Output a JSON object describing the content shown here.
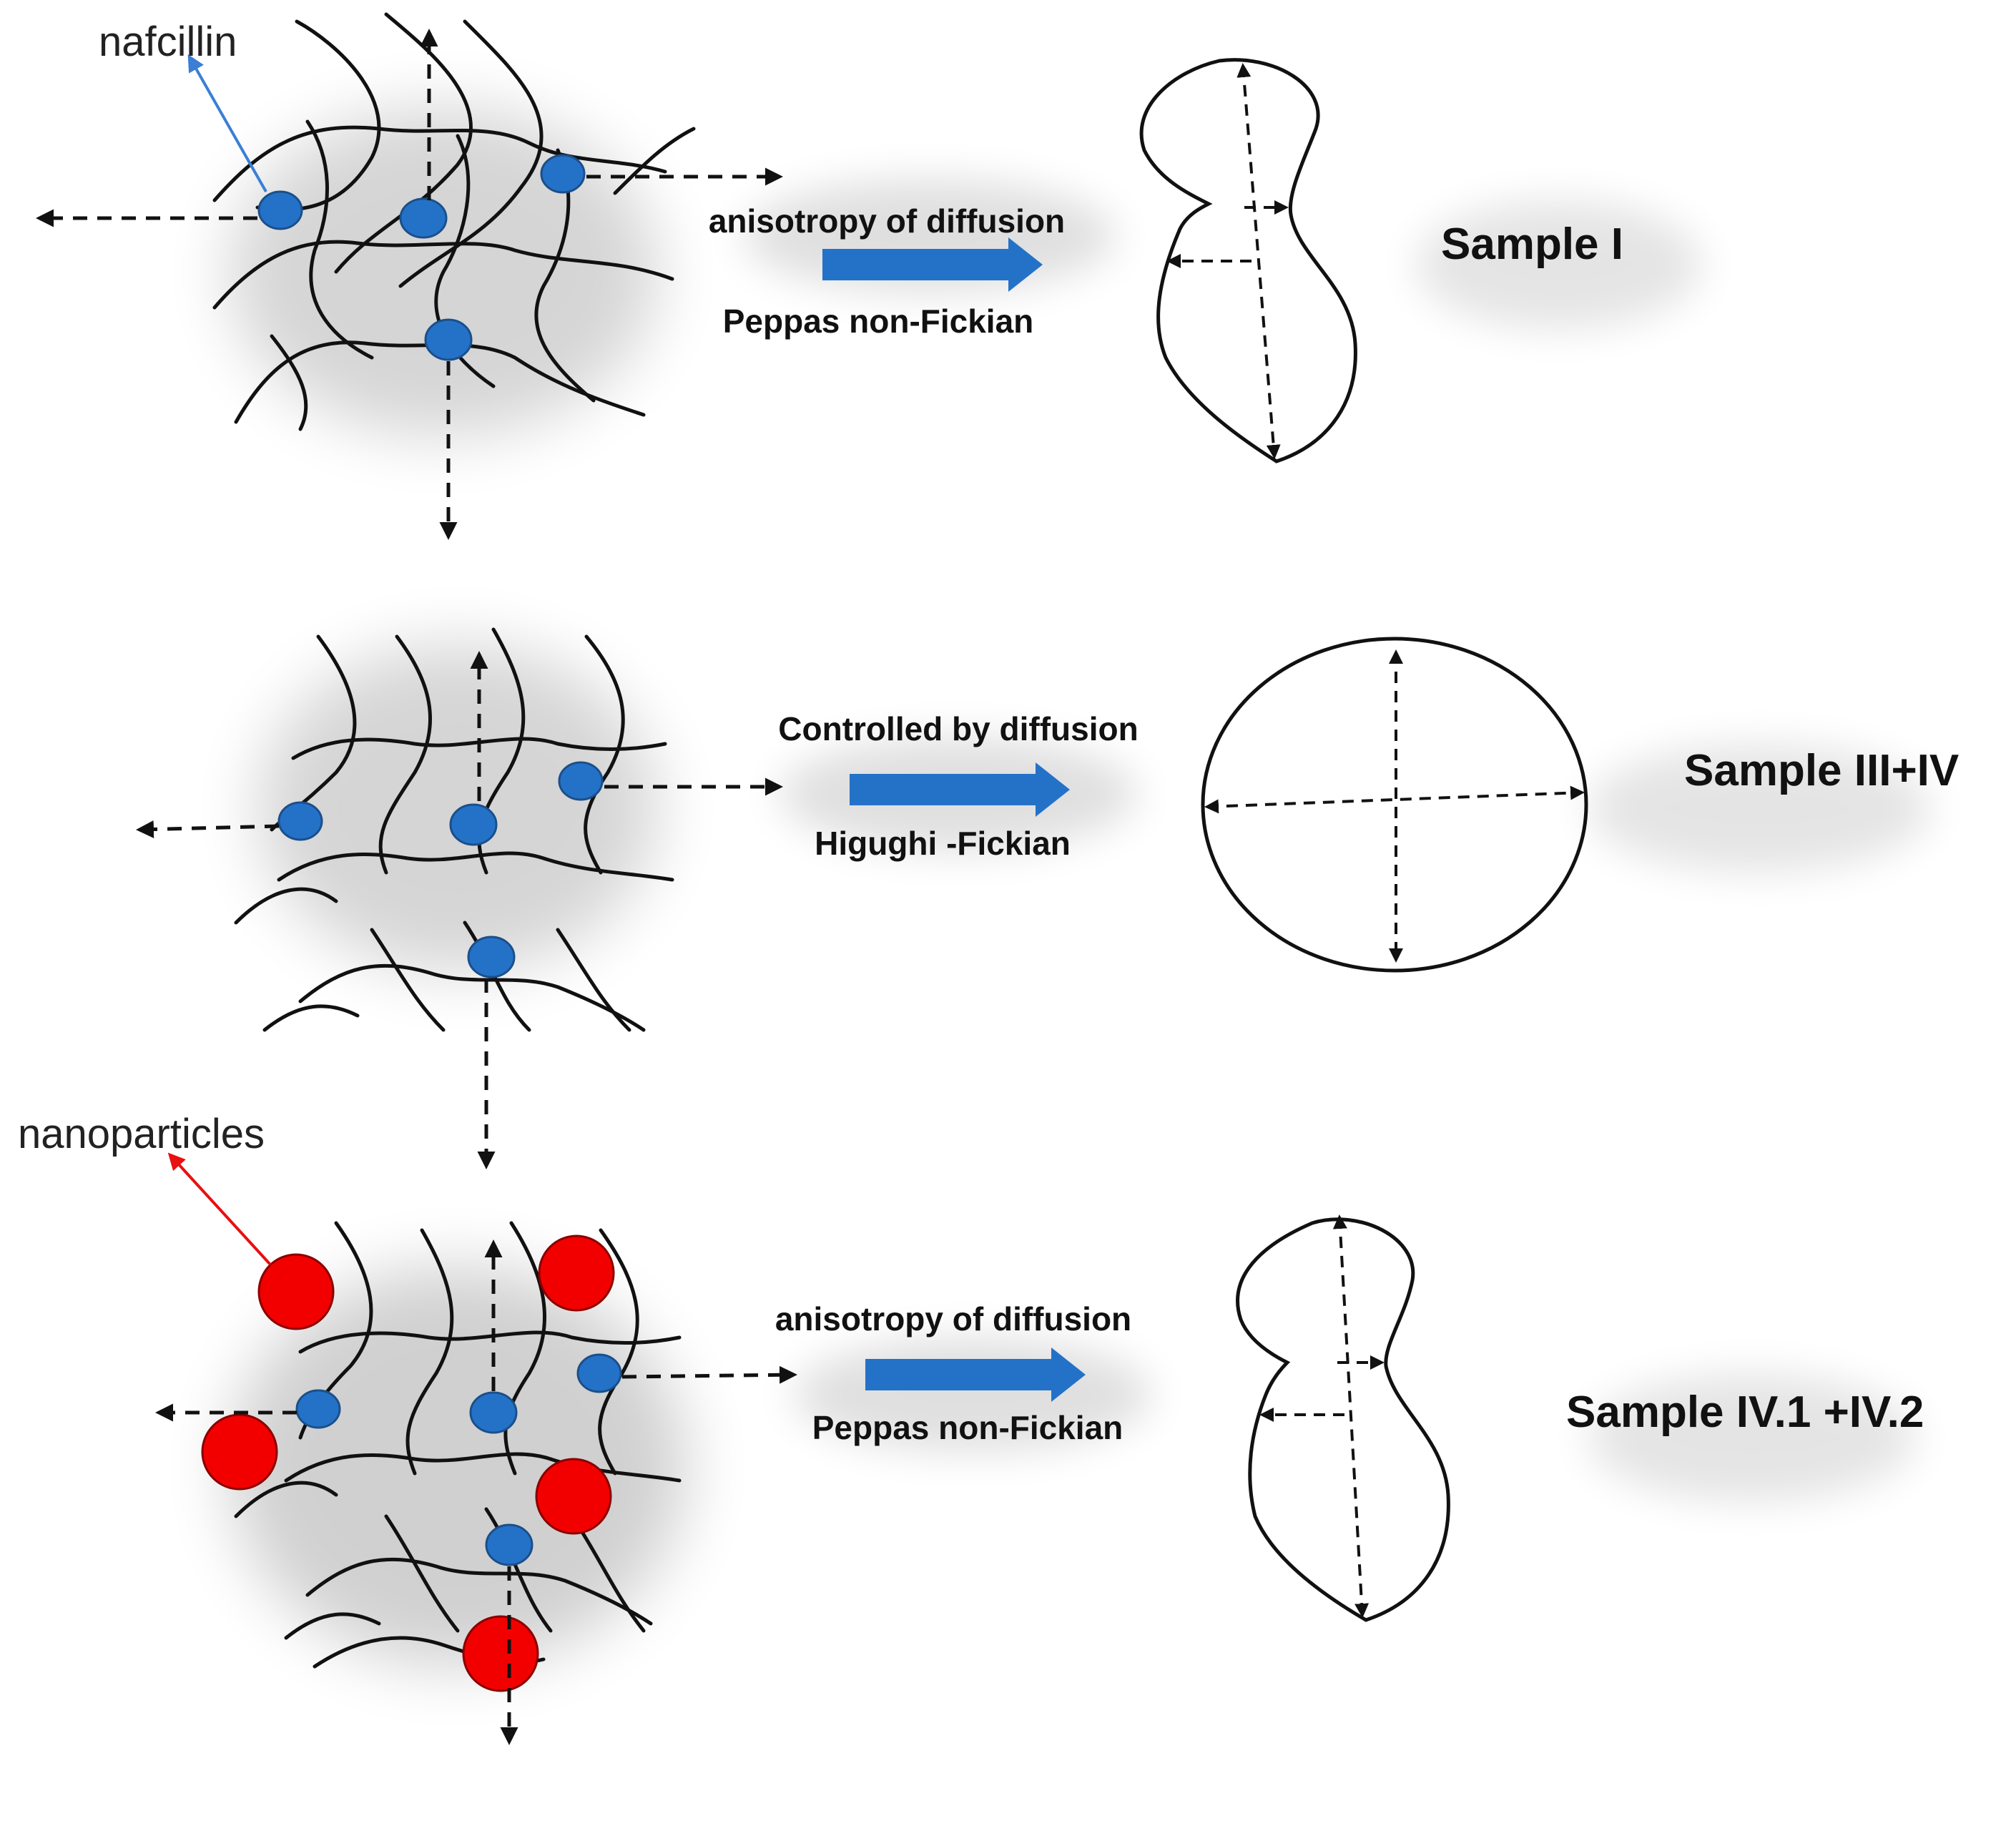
{
  "labels": {
    "drug": "nafcillin",
    "nanoparticles": "nanoparticles"
  },
  "rows": [
    {
      "process_top": "anisotropy of diffusion",
      "process_bottom": "Peppas non-Fickian",
      "sample": "Sample I",
      "shape": "irregular"
    },
    {
      "process_top": "Controlled by diffusion",
      "process_bottom": "Higughi -Fickian",
      "sample": "Sample III+IV",
      "shape": "circle"
    },
    {
      "process_top": "anisotropy of diffusion",
      "process_bottom": "Peppas non-Fickian",
      "sample": "Sample IV.1 +IV.2",
      "shape": "irregular"
    }
  ],
  "colors": {
    "drug_dot": "#2472c8",
    "nanoparticle": "#f20000",
    "process_arrow": "#2472c8",
    "drug_leader": "#3a7fd5",
    "nanoparticle_leader": "#e81010"
  }
}
